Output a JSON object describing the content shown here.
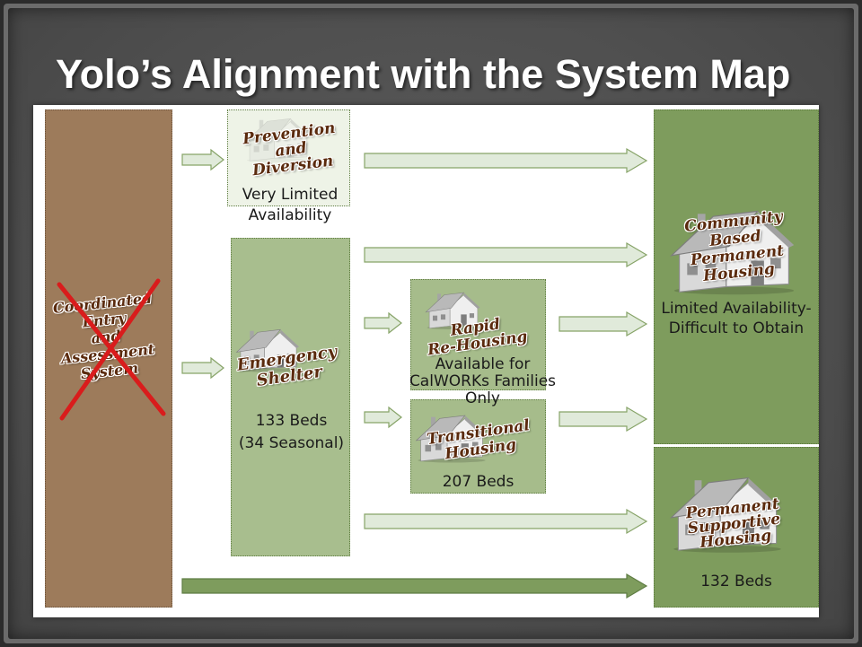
{
  "title": "Yolo’s Alignment with the System Map",
  "nodes": {
    "coordinated_entry": {
      "label_lines": [
        "Coordinated",
        "Entry",
        "and",
        "Assessment",
        "System"
      ],
      "crossed_out": true
    },
    "prevention_diversion": {
      "label_lines": [
        "Prevention",
        "and",
        "Diversion"
      ],
      "note_lines": [
        "Very Limited",
        "Availability"
      ]
    },
    "emergency_shelter": {
      "label_lines": [
        "Emergency",
        "Shelter"
      ],
      "note_lines": [
        "133 Beds",
        "(34 Seasonal)"
      ]
    },
    "rapid_rehousing": {
      "label_lines": [
        "Rapid",
        "Re-Housing"
      ],
      "note_lines": [
        "Available for",
        "CalWORKs Families",
        "Only"
      ]
    },
    "transitional_housing": {
      "label_lines": [
        "Transitional",
        "Housing"
      ],
      "note_lines": [
        "207 Beds"
      ]
    },
    "community_permanent_housing": {
      "label_lines": [
        "Community",
        "Based",
        "Permanent",
        "Housing"
      ],
      "note_lines": [
        "Limited Availability-",
        "Difficult to Obtain"
      ]
    },
    "permanent_supportive_housing": {
      "label_lines": [
        "Permanent",
        "Supportive",
        "Housing"
      ],
      "note_lines": [
        "132 Beds"
      ]
    }
  },
  "colors": {
    "entry_box": "#9d7b5b",
    "prevention_box": "#eef3e7",
    "shelter_box": "#a8be8e",
    "rehousing_box": "#a6bc8b",
    "permanent_box": "#7e9c5d",
    "arrow_light": "#e0eada",
    "arrow_dark": "#7e9c5d",
    "crossout": "#d91c1c",
    "label_text": "#5a2a0d"
  }
}
